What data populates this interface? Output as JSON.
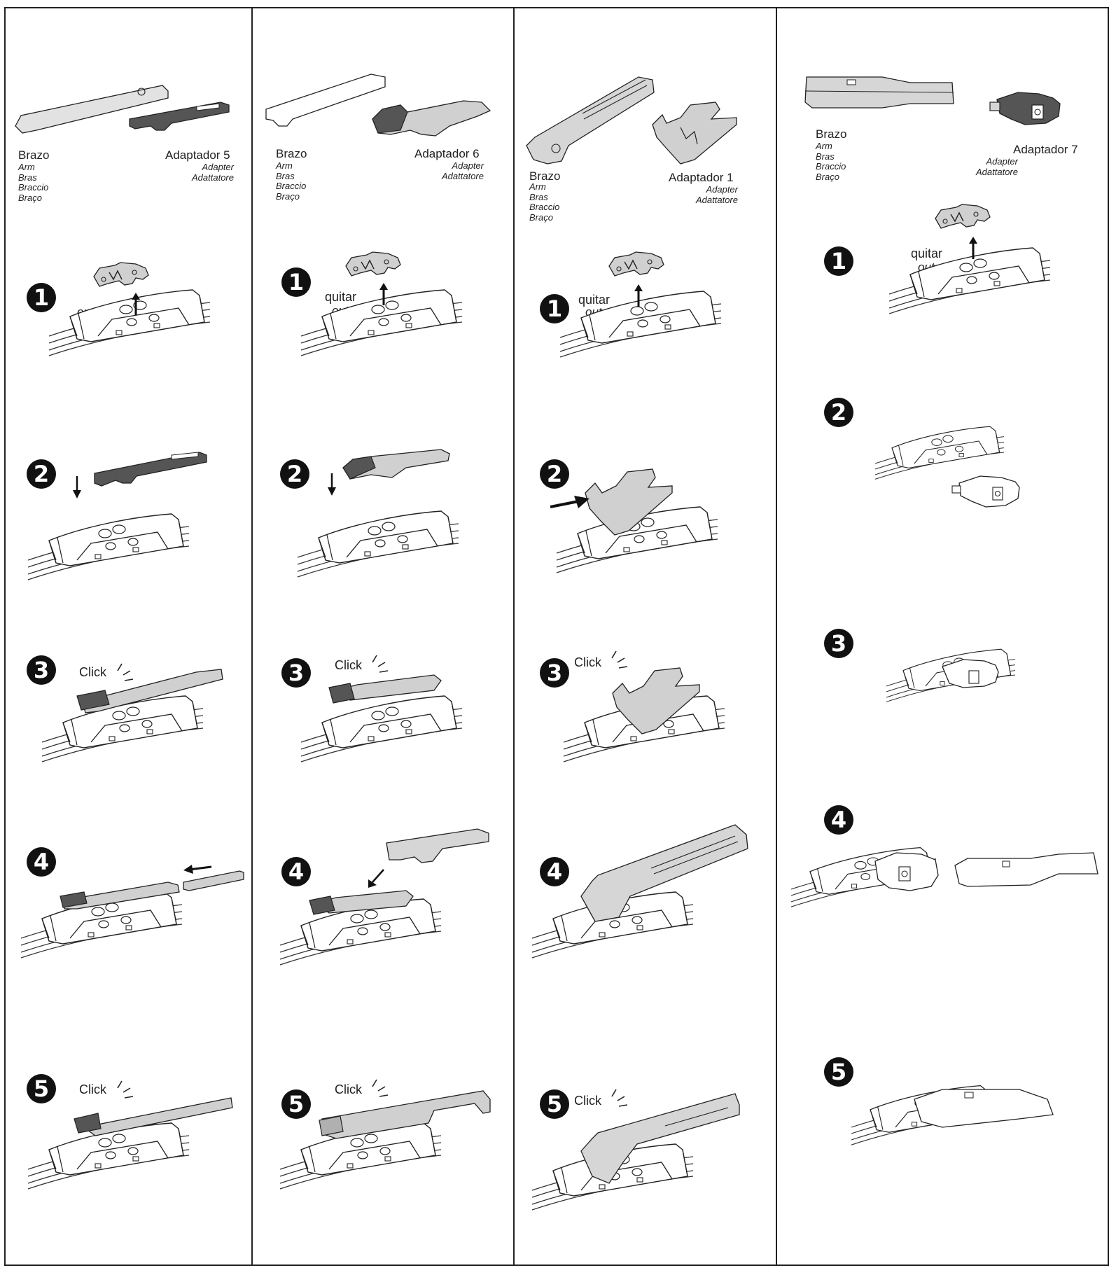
{
  "columns": [
    {
      "arm_label": "Brazo",
      "arm_translations": [
        "Arm",
        "Bras",
        "Braccio",
        "Braço"
      ],
      "adapter_label": "Adaptador 5",
      "adapter_translations": [
        "Adapter",
        "Adattatore"
      ],
      "steps": [
        {
          "number": "1",
          "word": "",
          "word_italic": "out"
        },
        {
          "number": "2",
          "word": "",
          "word_italic": ""
        },
        {
          "number": "3",
          "word": "Click",
          "word_italic": ""
        },
        {
          "number": "4",
          "word": "",
          "word_italic": ""
        },
        {
          "number": "5",
          "word": "Click",
          "word_italic": ""
        }
      ]
    },
    {
      "arm_label": "Brazo",
      "arm_translations": [
        "Arm",
        "Bras",
        "Braccio",
        "Braço"
      ],
      "adapter_label": "Adaptador 6",
      "adapter_translations": [
        "Adapter",
        "Adattatore"
      ],
      "steps": [
        {
          "number": "1",
          "word": "quitar",
          "word_italic": "out"
        },
        {
          "number": "2",
          "word": "",
          "word_italic": ""
        },
        {
          "number": "3",
          "word": "Click",
          "word_italic": ""
        },
        {
          "number": "4",
          "word": "",
          "word_italic": ""
        },
        {
          "number": "5",
          "word": "Click",
          "word_italic": ""
        }
      ]
    },
    {
      "arm_label": "Brazo",
      "arm_translations": [
        "Arm",
        "Bras",
        "Braccio",
        "Braço"
      ],
      "adapter_label": "Adaptador 1",
      "adapter_translations": [
        "Adapter",
        "Adattatore"
      ],
      "steps": [
        {
          "number": "1",
          "word": "quitar",
          "word_italic": "out"
        },
        {
          "number": "2",
          "word": "",
          "word_italic": ""
        },
        {
          "number": "3",
          "word": "Click",
          "word_italic": ""
        },
        {
          "number": "4",
          "word": "",
          "word_italic": ""
        },
        {
          "number": "5",
          "word": "Click",
          "word_italic": ""
        }
      ]
    },
    {
      "arm_label": "Brazo",
      "arm_translations": [
        "Arm",
        "Bras",
        "Braccio",
        "Braço"
      ],
      "adapter_label": "Adaptador 7",
      "adapter_translations": [
        "Adapter",
        "Adattatore"
      ],
      "steps": [
        {
          "number": "1",
          "word": "quitar",
          "word_italic": "out"
        },
        {
          "number": "2",
          "word": "",
          "word_italic": ""
        },
        {
          "number": "3",
          "word": "",
          "word_italic": ""
        },
        {
          "number": "4",
          "word": "",
          "word_italic": ""
        },
        {
          "number": "5",
          "word": "",
          "word_italic": ""
        }
      ]
    }
  ],
  "colors": {
    "line": "#222222",
    "part_fill": "#d6d6d6",
    "dark_fill": "#555555",
    "badge": "#111111"
  }
}
